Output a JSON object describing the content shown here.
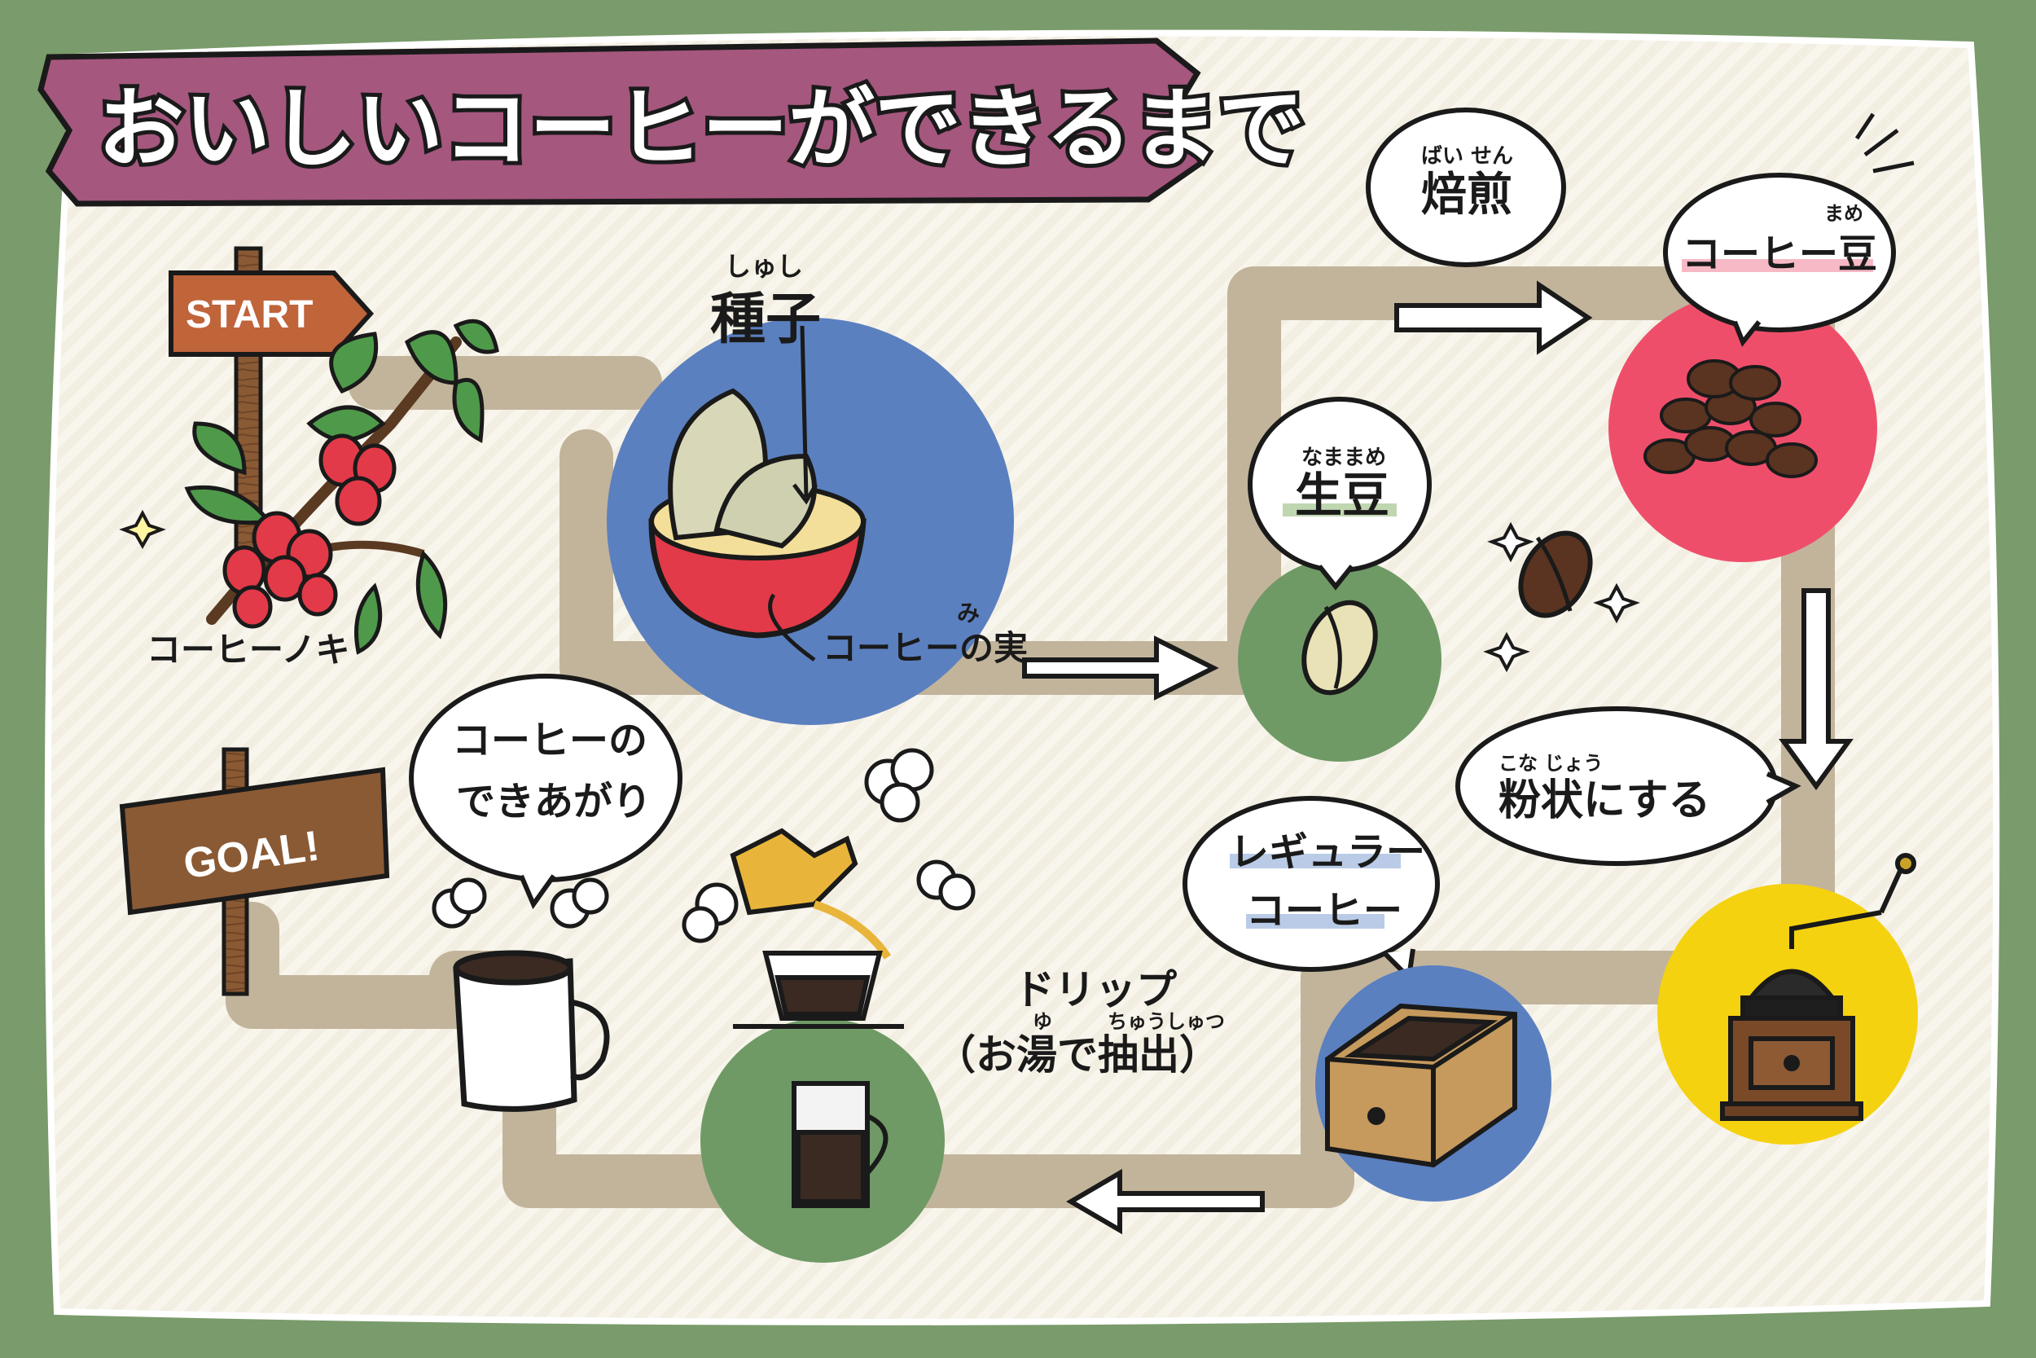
{
  "title": "おいしいコーヒーができるまで",
  "signs": {
    "start": "START",
    "goal": "GOAL!"
  },
  "colors": {
    "background_green": "#7a9b6b",
    "title_banner": "#a5577e",
    "path": "#c2b49b",
    "seed_circle": "#5b80c0",
    "green_circle": "#6f9a66",
    "roast_circle": "#ef4e6a",
    "grinder_circle": "#f5d20f",
    "ground_circle": "#5b80c0",
    "drip_circle": "#6f9a66"
  },
  "labels": {
    "coffee_tree": "コーヒーノキ",
    "seed": {
      "text": "種子",
      "ruby": "しゅし"
    },
    "coffee_fruit": {
      "text": "コーヒーの実",
      "ruby": "み"
    },
    "green_bean": {
      "text": "生豆",
      "ruby": "なままめ"
    },
    "roasting": {
      "text": "焙煎",
      "ruby": "ばい せん"
    },
    "coffee_bean": {
      "text": "コーヒー豆",
      "ruby": "まめ"
    },
    "powder": {
      "text": "粉状にする",
      "ruby": "こな じょう"
    },
    "regular_coffee_1": "レギュラー",
    "regular_coffee_2": "コーヒー",
    "drip_1": "ドリップ",
    "drip_2": "（お湯で抽出）",
    "drip_ruby_1": "ゆ",
    "drip_ruby_2": "ちゅうしゅつ",
    "done_1": "コーヒーの",
    "done_2": "できあがり"
  },
  "icons": [
    "coffee-tree-icon",
    "seed-in-fruit-icon",
    "green-bean-icon",
    "roasted-beans-icon",
    "coffee-bean-icon",
    "coffee-grinder-icon",
    "ground-coffee-box-icon",
    "drip-kettle-icon",
    "coffee-mug-icon",
    "arrow-icon",
    "sparkle-icon"
  ]
}
